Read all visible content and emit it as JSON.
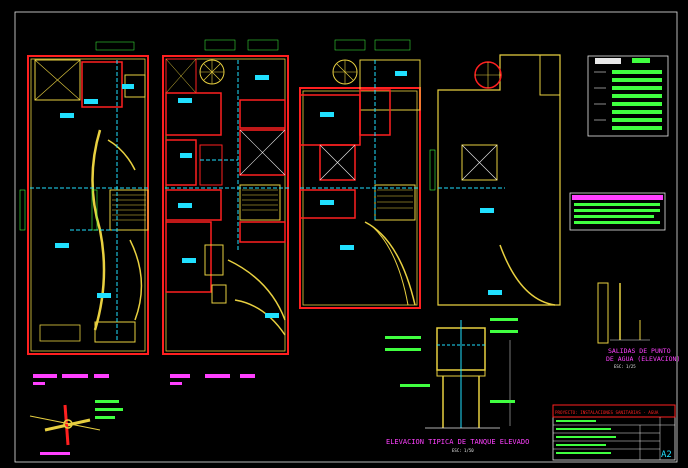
{
  "colors": {
    "background": "#000000",
    "wall": "#e8d040",
    "wall_heavy": "#ff2020",
    "pipe": "#20e0ff",
    "note": "#40ff40",
    "label": "#ff40ff",
    "white": "#ffffff"
  },
  "elevation": {
    "title": "ELEVACION TIPICA DE TANQUE ELEVADO",
    "scale": "ESC: 1/50"
  },
  "detail": {
    "title_line1": "SALIDAS DE PUNTO",
    "title_line2": "DE AGUA (ELEVACION)",
    "scale": "ESC: 1/25"
  },
  "title_block": {
    "header": "PROYECTO: INSTALACIONES SANITARIAS - AGUA",
    "sheet": "A2"
  }
}
